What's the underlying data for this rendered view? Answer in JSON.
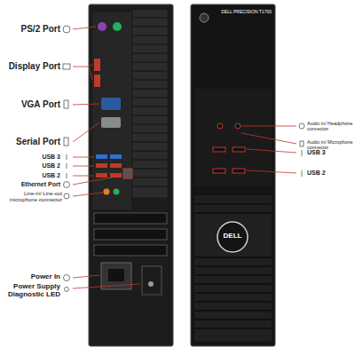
{
  "diagram": {
    "labels": [
      "PS/2 Port",
      "Display Port",
      "VGA Port",
      "Serial Port",
      "USB 3",
      "USB 2",
      "USB 2",
      "Ethernet Port",
      "Line-in/ Line-out microphone connector",
      "Power In",
      "Power Supply Diagnostic LED",
      "DELL PRECISION T1700",
      "DELL",
      "Audio in/ Headphone connector",
      "Audio in/ Microphone connector",
      "USB 3",
      "USB 2"
    ]
  }
}
